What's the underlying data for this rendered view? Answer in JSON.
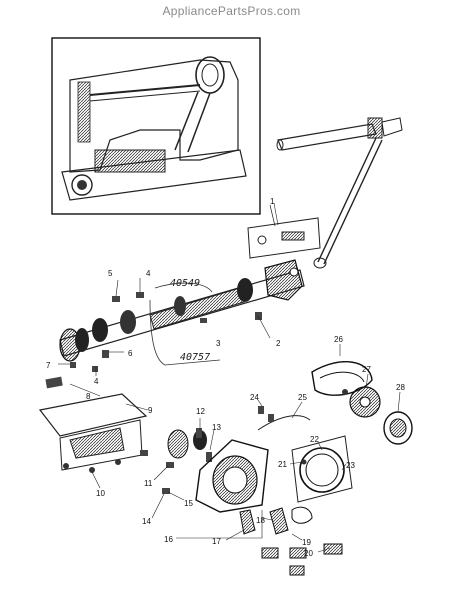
{
  "watermark": "AppliancePartsPros.com",
  "handwritten_notes": [
    "40549",
    "40757"
  ],
  "callouts": [
    "1",
    "2",
    "3",
    "4",
    "4",
    "5",
    "6",
    "7",
    "8",
    "9",
    "10",
    "11",
    "12",
    "13",
    "14",
    "15",
    "16",
    "17",
    "18",
    "19",
    "20",
    "21",
    "22",
    "23",
    "24",
    "25",
    "26",
    "27",
    "28"
  ],
  "colors": {
    "ink": "#1a1a1a",
    "watermark": "#8a8a8a",
    "background": "#ffffff"
  }
}
